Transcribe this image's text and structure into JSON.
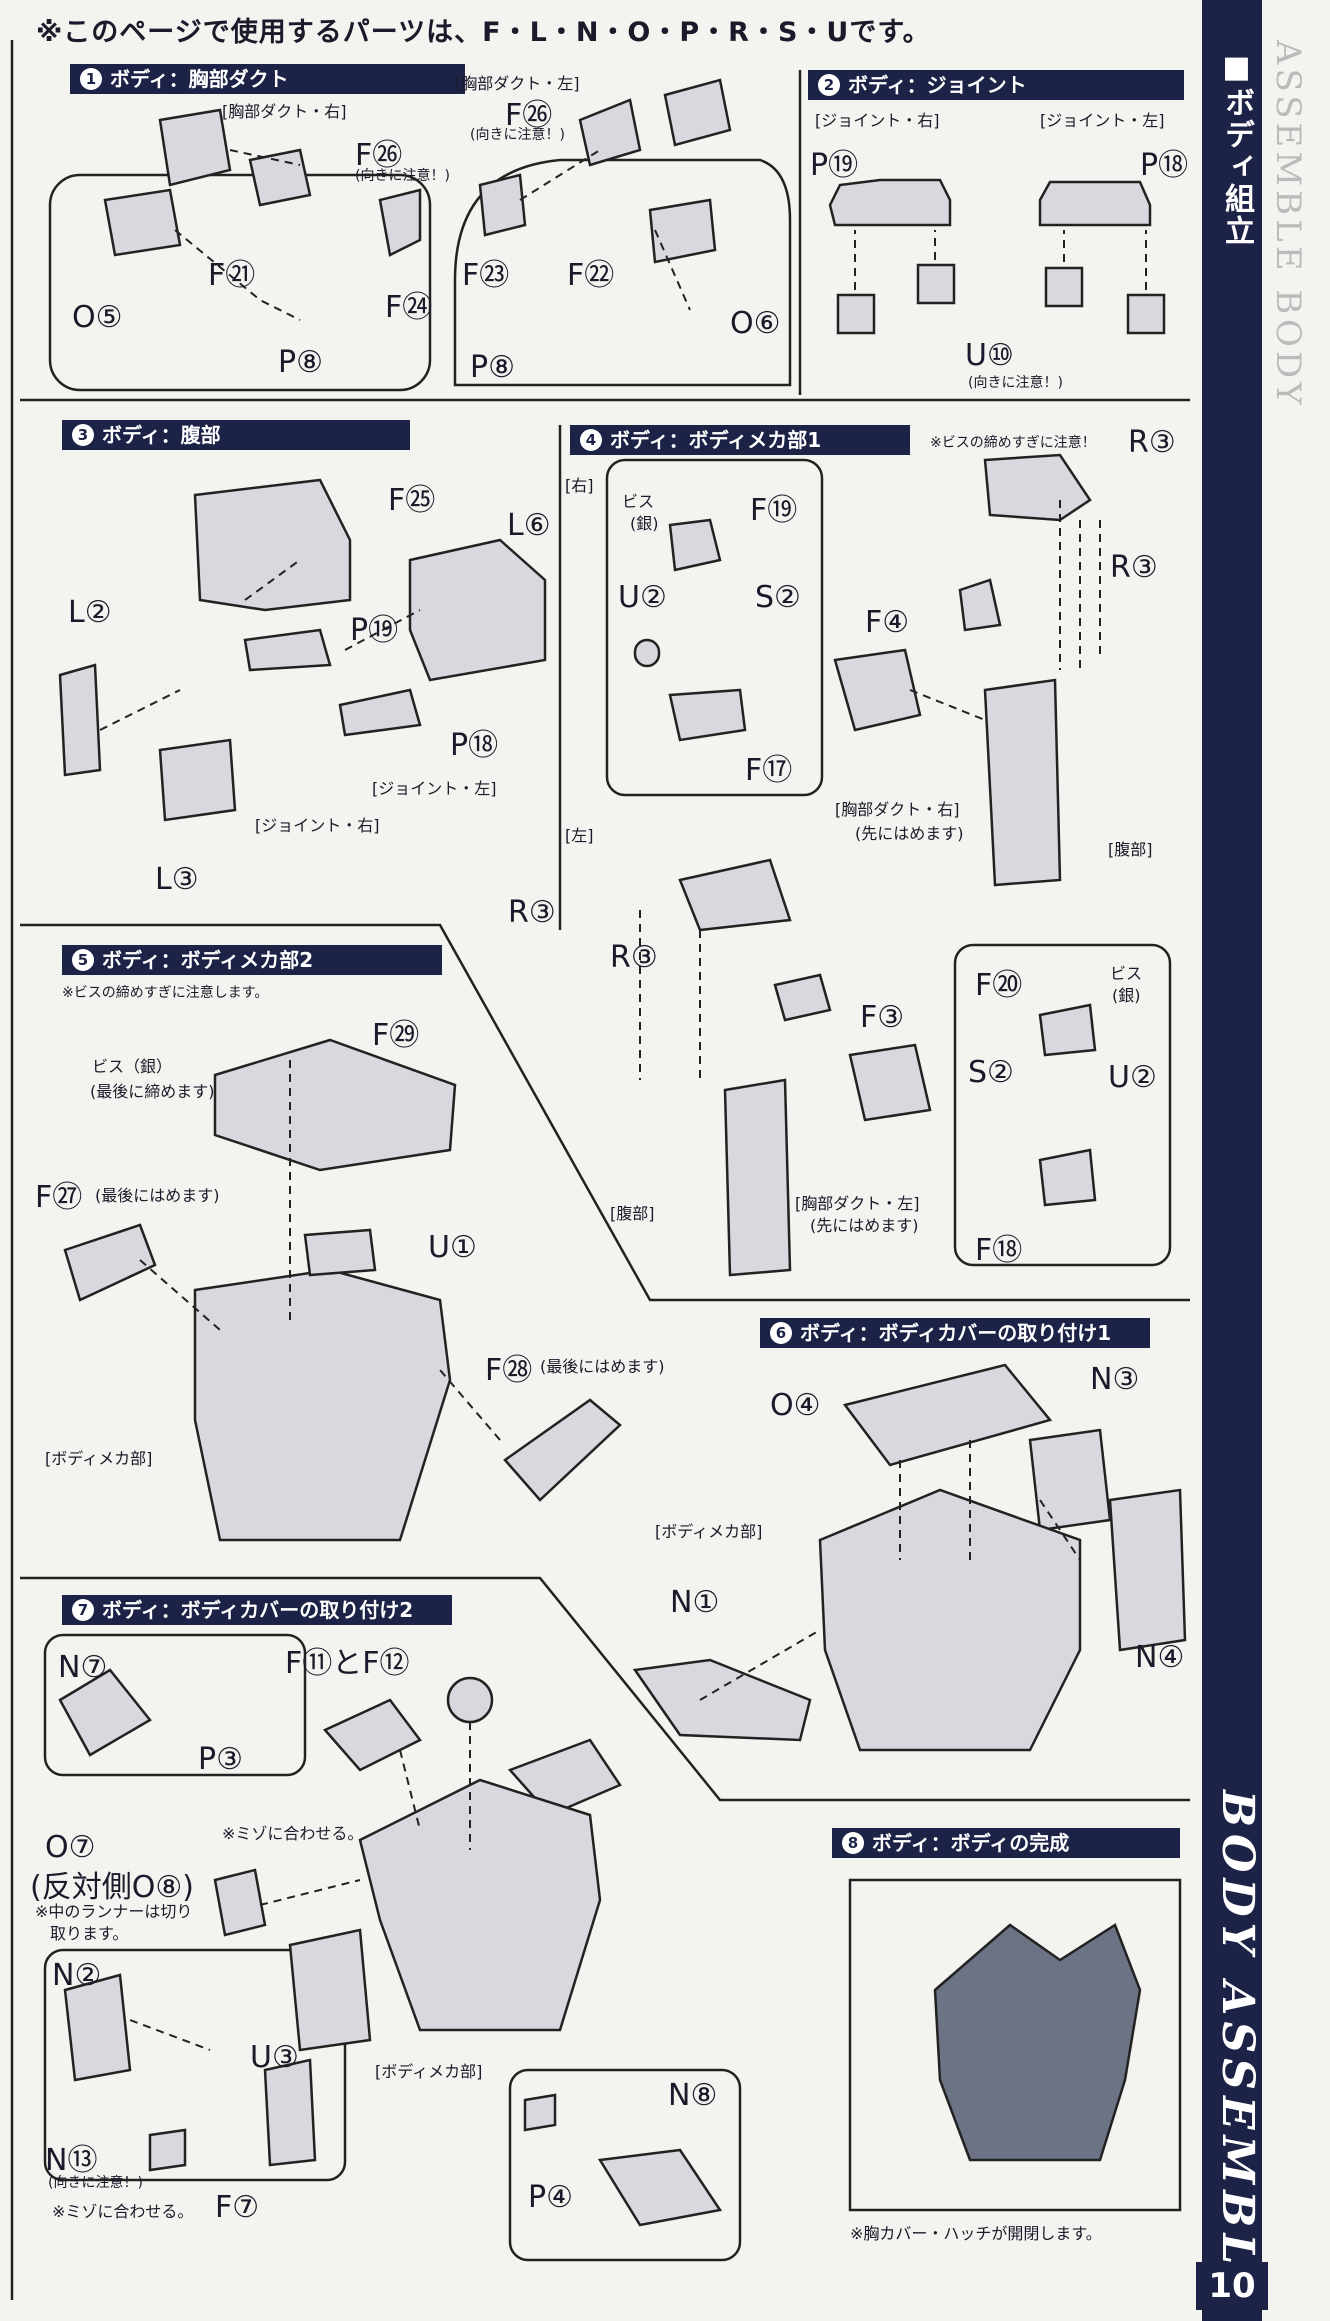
{
  "header": {
    "text": "※このページで使用するパーツは、F・L・N・O・P・R・S・Uです。"
  },
  "sidebar": {
    "title": "■ボディ組立",
    "subtitle": "ASSEMBLE BODY",
    "section_en": "BODY ASSEMBLE",
    "page_number": "10"
  },
  "steps": [
    {
      "num": "1",
      "title": "ボディ：胸部ダクト"
    },
    {
      "num": "2",
      "title": "ボディ：ジョイント"
    },
    {
      "num": "3",
      "title": "ボディ：腹部"
    },
    {
      "num": "4",
      "title": "ボディ：ボディメカ部1"
    },
    {
      "num": "5",
      "title": "ボディ：ボディメカ部2"
    },
    {
      "num": "6",
      "title": "ボディ：ボディカバーの取り付け1"
    },
    {
      "num": "7",
      "title": "ボディ：ボディカバーの取り付け2"
    },
    {
      "num": "8",
      "title": "ボディ：ボディの完成"
    }
  ],
  "s1": {
    "duct_right": "[胸部ダクト・右]",
    "duct_left": "[胸部ダクト・左]",
    "f26": "F㉖",
    "caution": "(向きに注意！)",
    "f24": "F㉔",
    "f21": "F㉑",
    "f23": "F㉓",
    "f22": "F㉒",
    "o5": "O⑤",
    "o6": "O⑥",
    "p8": "P⑧"
  },
  "s2": {
    "joint_right": "[ジョイント・右]",
    "joint_left": "[ジョイント・左]",
    "p19": "P⑲",
    "p18": "P⑱",
    "u10": "U⑩",
    "caution": "(向きに注意！)"
  },
  "s3": {
    "f25": "F㉕",
    "l6": "L⑥",
    "l2": "L②",
    "p19": "P⑲",
    "p18": "P⑱",
    "l3": "L③",
    "joint_left": "[ジョイント・左]",
    "joint_right": "[ジョイント・右]"
  },
  "s4": {
    "note": "※ビスの締めすぎに注意！",
    "right": "[右]",
    "left": "[左]",
    "screw": "ビス",
    "silver": "(銀)",
    "f19": "F⑲",
    "u2": "U②",
    "s2": "S②",
    "f17": "F⑰",
    "r3": "R③",
    "f4": "F④",
    "f3": "F③",
    "f20": "F⑳",
    "f18": "F⑱",
    "duct_right": "[胸部ダクト・右]",
    "duct_left": "[胸部ダクト・左]",
    "first": "(先にはめます)",
    "abdomen": "[腹部]"
  },
  "s5": {
    "note": "※ビスの締めすぎに注意します。",
    "f29": "F㉙",
    "screw": "ビス（銀）",
    "last_tighten": "(最後に締めます)",
    "f27": "F㉗",
    "last_attach": "(最後にはめます)",
    "u1": "U①",
    "f28": "F㉘",
    "mecha": "[ボディメカ部]"
  },
  "s6": {
    "o4": "O④",
    "n3": "N③",
    "mecha": "[ボディメカ部]",
    "n1": "N①",
    "n4": "N④"
  },
  "s7": {
    "n7": "N⑦",
    "f11f12": "F⑪とF⑫",
    "p3": "P③",
    "groove": "※ミゾに合わせる。",
    "o7": "O⑦",
    "reverse": "(反対側O⑧)",
    "runner": "※中のランナーは切り",
    "runner2": "取ります。",
    "n2": "N②",
    "u3": "U③",
    "mecha": "[ボディメカ部]",
    "n8": "N⑧",
    "n13": "N⑬",
    "caution": "(向きに注意！)",
    "groove2": "※ミゾに合わせる。",
    "f7": "F⑦",
    "p4": "P④"
  },
  "s8": {
    "note": "※胸カバー・ハッチが開閉します。"
  }
}
